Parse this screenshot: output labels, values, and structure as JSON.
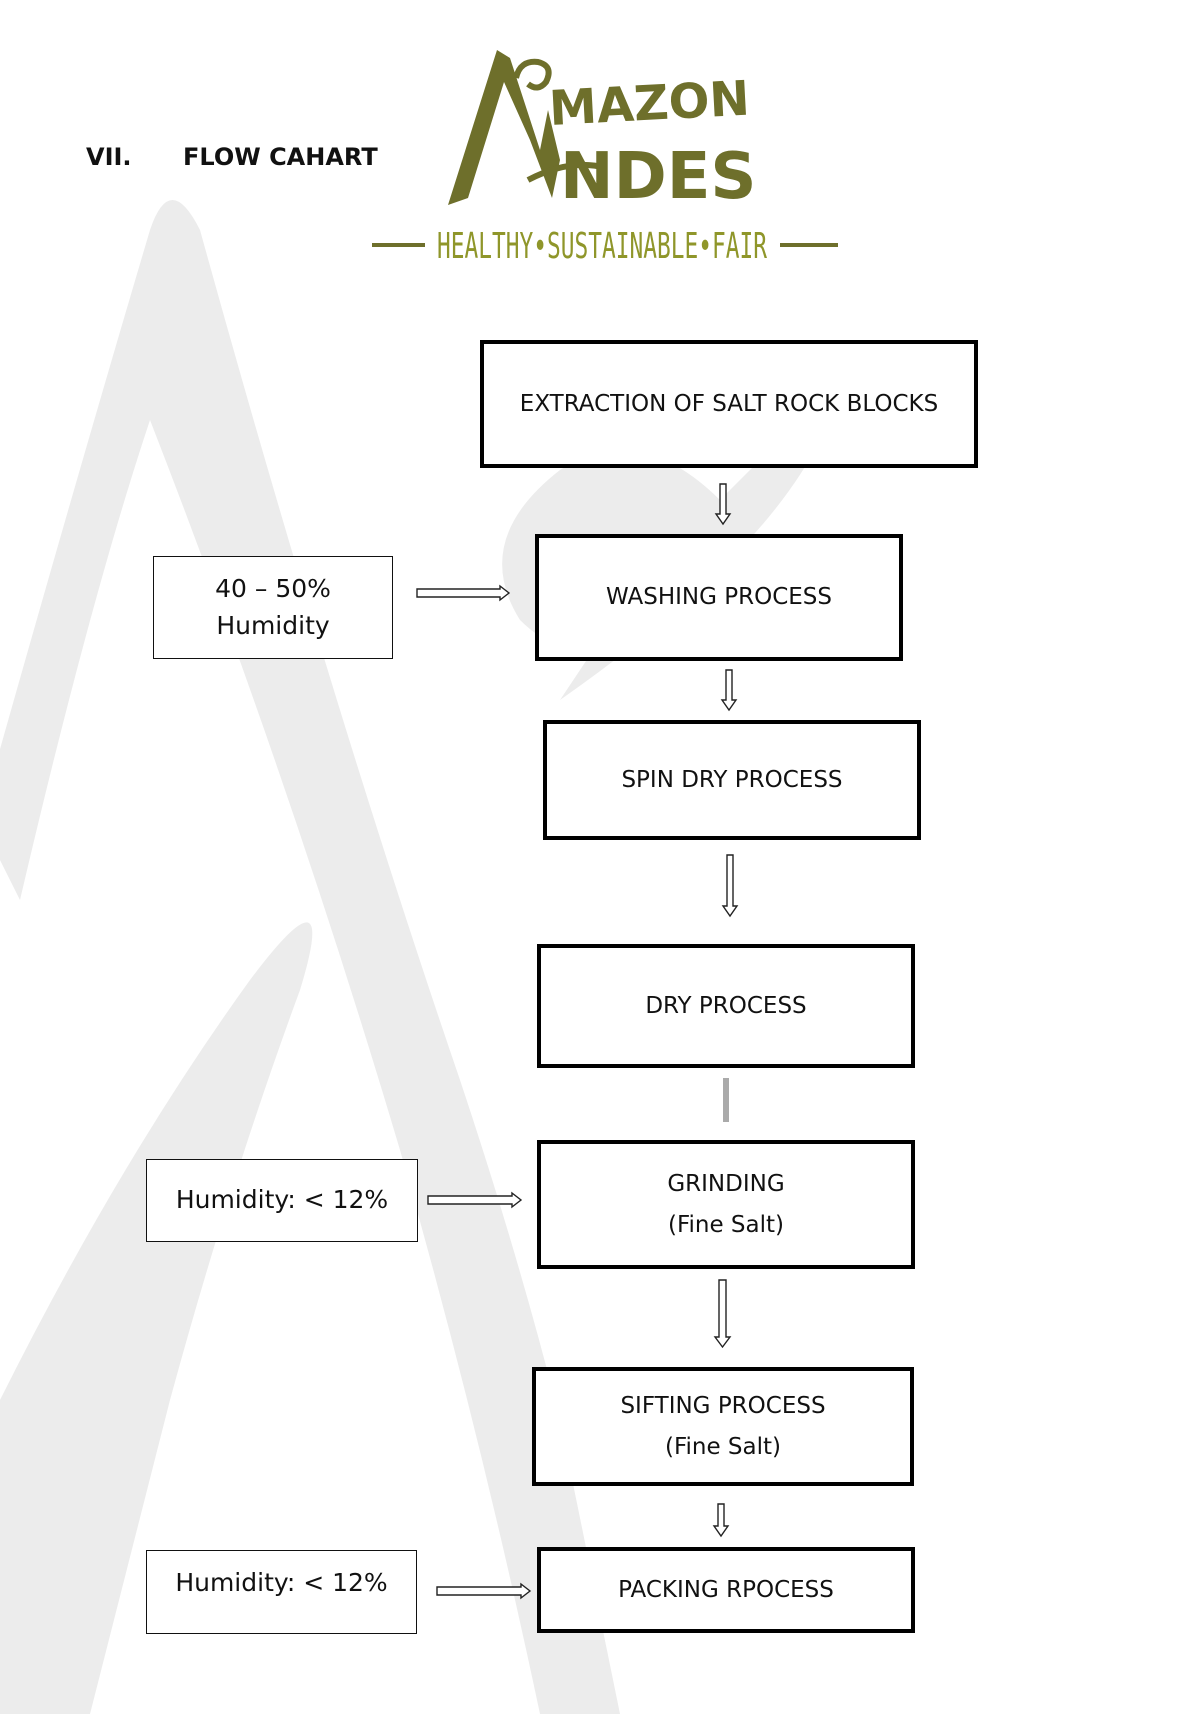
{
  "header": {
    "section_number": "VII.",
    "section_title": "FLOW CAHART"
  },
  "logo": {
    "wordmark_line1": "MAZON",
    "wordmark_line2": "NDES",
    "tagline": "HEALTHY•SUSTAINABLE•FAIR",
    "color": "#6e6f2b",
    "tagline_color": "#8f962a"
  },
  "steps": [
    {
      "title": "EXTRACTION OF SALT ROCK BLOCKS",
      "subtitle": ""
    },
    {
      "title": "WASHING PROCESS",
      "subtitle": ""
    },
    {
      "title": "SPIN DRY PROCESS",
      "subtitle": ""
    },
    {
      "title": "DRY PROCESS",
      "subtitle": ""
    },
    {
      "title": "GRINDING",
      "subtitle": "(Fine Salt)"
    },
    {
      "title": "SIFTING PROCESS",
      "subtitle": "(Fine Salt)"
    },
    {
      "title": "PACKING RPOCESS",
      "subtitle": ""
    }
  ],
  "notes": [
    {
      "line1": "40 – 50%",
      "line2": "Humidity"
    },
    {
      "line1": "Humidity: < 12%",
      "line2": ""
    },
    {
      "line1": "Humidity: < 12%",
      "line2": ""
    }
  ],
  "colors": {
    "watermark": "#ececec",
    "border": "#000000",
    "text": "#111111"
  }
}
